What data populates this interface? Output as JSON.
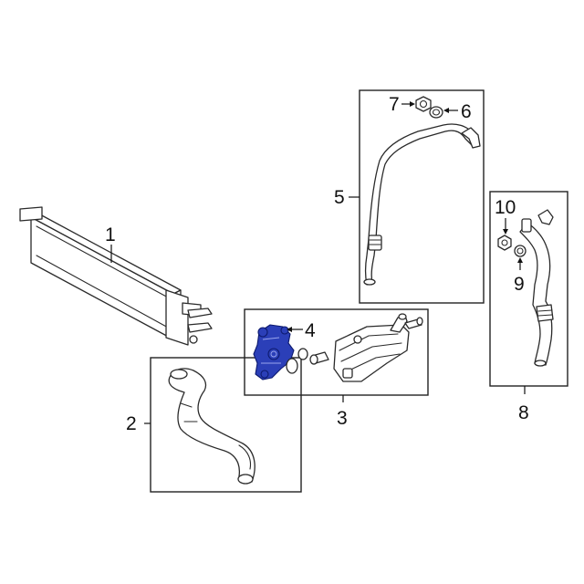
{
  "callouts": {
    "c1": "1",
    "c2": "2",
    "c3": "3",
    "c4": "4",
    "c5": "5",
    "c6": "6",
    "c7": "7",
    "c8": "8",
    "c9": "9",
    "c10": "10"
  },
  "colors": {
    "highlight_part": "#2b3fb8",
    "line_art": "#2a2a2a",
    "background": "#ffffff"
  }
}
